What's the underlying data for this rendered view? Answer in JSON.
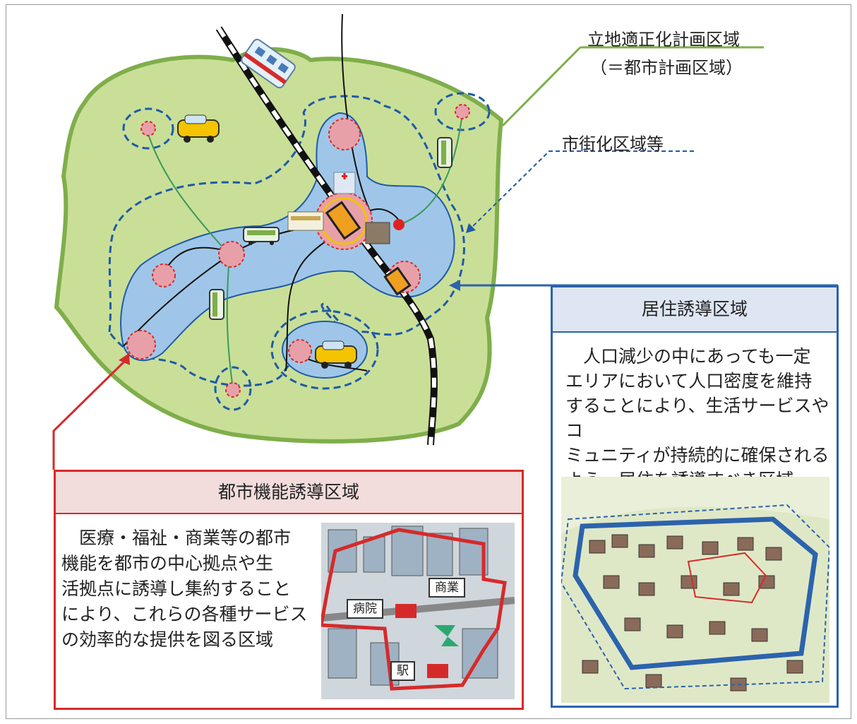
{
  "labels": {
    "planning_area_line1": "立地適正化計画区域",
    "planning_area_line2": "（＝都市計画区域）",
    "urbanization_area": "市街化区域等"
  },
  "residential_box": {
    "title": "居住誘導区域",
    "lines": [
      "　人口減少の中にあっても一定",
      "エリアにおいて人口密度を維持",
      "することにより、生活サービスやコ",
      "ミュニティが持続的に確保される",
      "よう、居住を誘導すべき区域"
    ]
  },
  "urban_function_box": {
    "title": "都市機能誘導区域",
    "lines": [
      "　医療・福祉・商業等の都市",
      "機能を都市の中心拠点や生",
      "活拠点に誘導し集約すること",
      "により、これらの各種サービス",
      "の効率的な提供を図る区域"
    ],
    "illustration_tags": {
      "hospital": "病院",
      "commerce": "商業",
      "station": "駅"
    }
  },
  "colors": {
    "city_green": "#c9df98",
    "city_border": "#7fae4a",
    "residential_blue": "#9fc6e8",
    "dashed_blue": "#1f5aa6",
    "center_red": "#e8a0a8",
    "function_red": "#d62a2a",
    "residential_frame": "#2c63ad",
    "residential_header": "#dde6f2",
    "function_header": "#f2dcdc"
  }
}
